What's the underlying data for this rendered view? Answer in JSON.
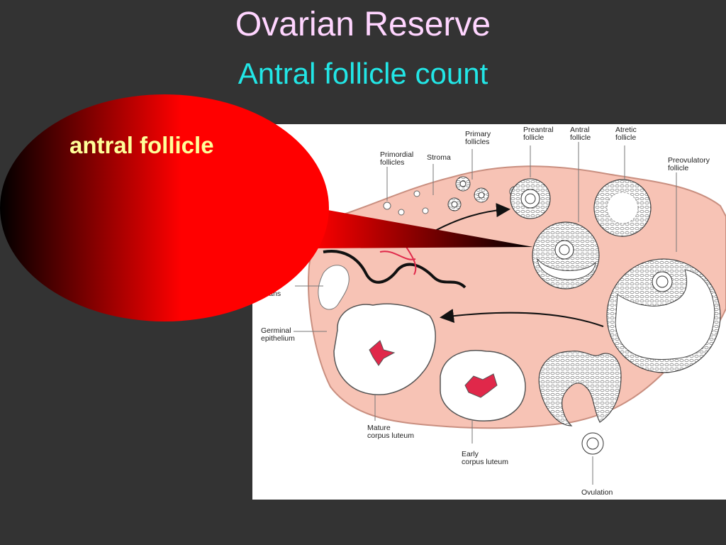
{
  "title": "Ovarian Reserve",
  "subtitle": "Antral follicle count",
  "callout": {
    "label": "antral follicle",
    "colors": {
      "fill_start": "#000000",
      "fill_end": "#ff0000",
      "label": "#ffff99"
    }
  },
  "diagram": {
    "labels": {
      "primordial_1": "Primordial",
      "primordial_2": "follicles",
      "stroma": "Stroma",
      "primary_1": "Primary",
      "primary_2": "follicles",
      "preantral_1": "Preantral",
      "preantral_2": "follicle",
      "antral_1": "Antral",
      "antral_2": "follicle",
      "atretic_1": "Atretic",
      "atretic_2": "follicle",
      "preovulatory_1": "Preovulatory",
      "preovulatory_2": "follicle",
      "albicans": "cans",
      "germinal_1": "Germinal",
      "germinal_2": "epithelium",
      "mature_1": "Mature",
      "mature_2": "corpus luteum",
      "early_1": "Early",
      "early_2": "corpus luteum",
      "ovulation": "Ovulation"
    },
    "colors": {
      "ovary": "#f7c3b5",
      "ovary_outline": "#c98f80",
      "corpus_red": "#e0284a",
      "vessel": "#111111"
    }
  }
}
